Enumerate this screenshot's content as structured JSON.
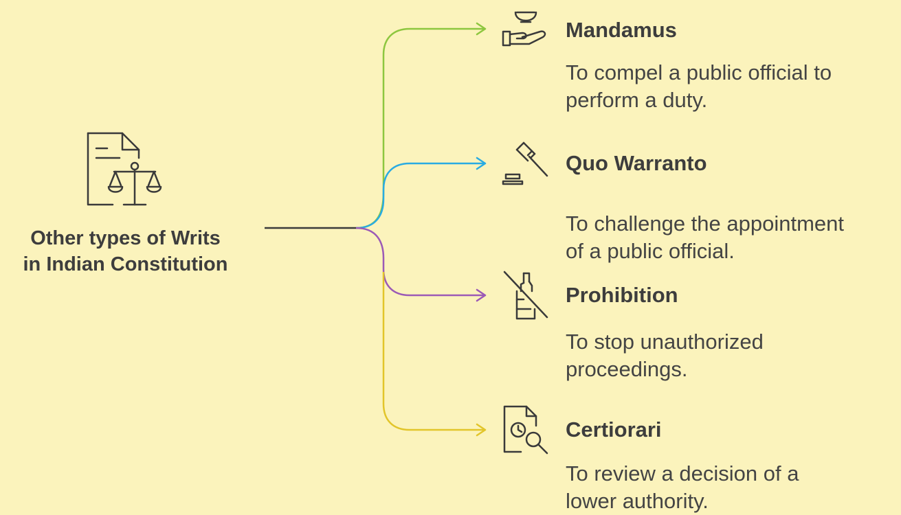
{
  "root": {
    "title_line1": "Other types of Writs",
    "title_line2": "in Indian Constitution",
    "icon": "legal-document-scales-icon"
  },
  "branches": [
    {
      "title": "Mandamus",
      "desc_line1": "To compel a public official to",
      "desc_line2": "perform a duty.",
      "icon": "hand-offering-bowl-icon",
      "color": "#8DC63F"
    },
    {
      "title": "Quo Warranto",
      "desc_line1": "To challenge the appointment",
      "desc_line2": "of a public official.",
      "icon": "gavel-icon",
      "color": "#29ABE2"
    },
    {
      "title": "Prohibition",
      "desc_line1": "To stop unauthorized",
      "desc_line2": "proceedings.",
      "icon": "no-bottle-icon",
      "color": "#9B59B6"
    },
    {
      "title": "Certiorari",
      "desc_line1": "To review a decision of a",
      "desc_line2": "lower authority.",
      "icon": "document-search-clock-icon",
      "color": "#E2C52A"
    }
  ]
}
